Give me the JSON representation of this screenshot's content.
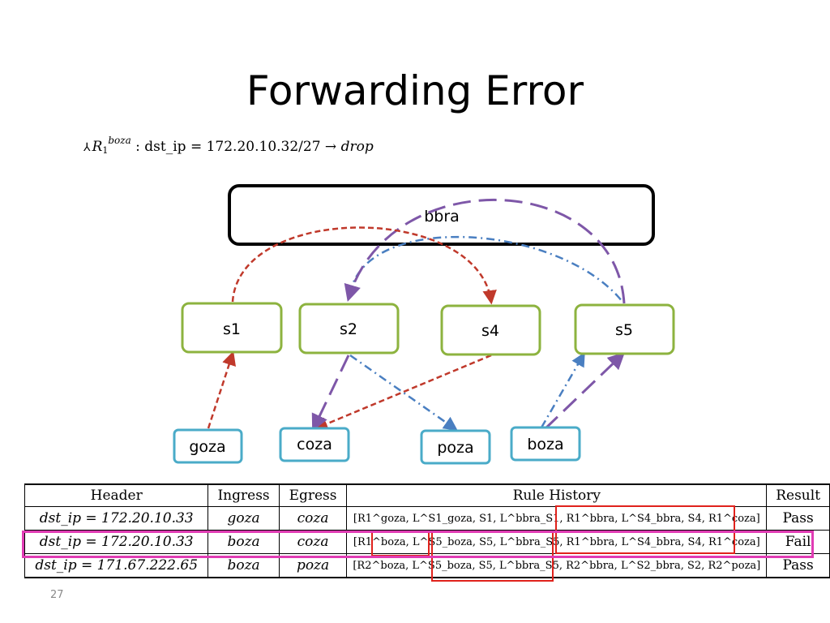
{
  "slide": {
    "title": "Forwarding Error",
    "page_number": "27"
  },
  "rule": {
    "bullet": "⅄",
    "name": "R",
    "sub": "1",
    "sup": "boza",
    "text": ": dst_ip = 172.20.10.32/27 → ",
    "action": "drop"
  },
  "diagram": {
    "core": "bbra",
    "switches": [
      "s1",
      "s2",
      "s4",
      "s5"
    ],
    "hosts": [
      "goza",
      "coza",
      "poza",
      "boza"
    ],
    "colors": {
      "switch_border": "#8db33f",
      "host_border": "#4aabc8",
      "red_path": "#c0392b",
      "purple_path": "#7e57a8",
      "blue_path": "#4a7fc1"
    }
  },
  "table": {
    "headers": [
      "Header",
      "Ingress",
      "Egress",
      "Rule History",
      "Result"
    ],
    "rows": [
      {
        "header": "dst_ip = 172.20.10.33",
        "ingress": "goza",
        "egress": "coza",
        "history": "[R1^goza, L^S1_goza, S1, L^bbra_S1, R1^bbra, L^S4_bbra, S4, R1^coza]",
        "result": "Pass"
      },
      {
        "header": "dst_ip = 172.20.10.33",
        "ingress": "boza",
        "egress": "coza",
        "history": "[R1^boza, L^S5_boza, S5, L^bbra_S5, R1^bbra, L^S4_bbra, S4, R1^coza]",
        "result": "Fail"
      },
      {
        "header": "dst_ip = 171.67.222.65",
        "ingress": "boza",
        "egress": "poza",
        "history": "[R2^boza, L^S5_boza, S5, L^bbra_S5, R2^bbra, L^S2_bbra, S2, R2^poza]",
        "result": "Pass"
      }
    ],
    "highlight_colors": {
      "red": "#e0221c",
      "magenta": "#e03cb4"
    }
  }
}
